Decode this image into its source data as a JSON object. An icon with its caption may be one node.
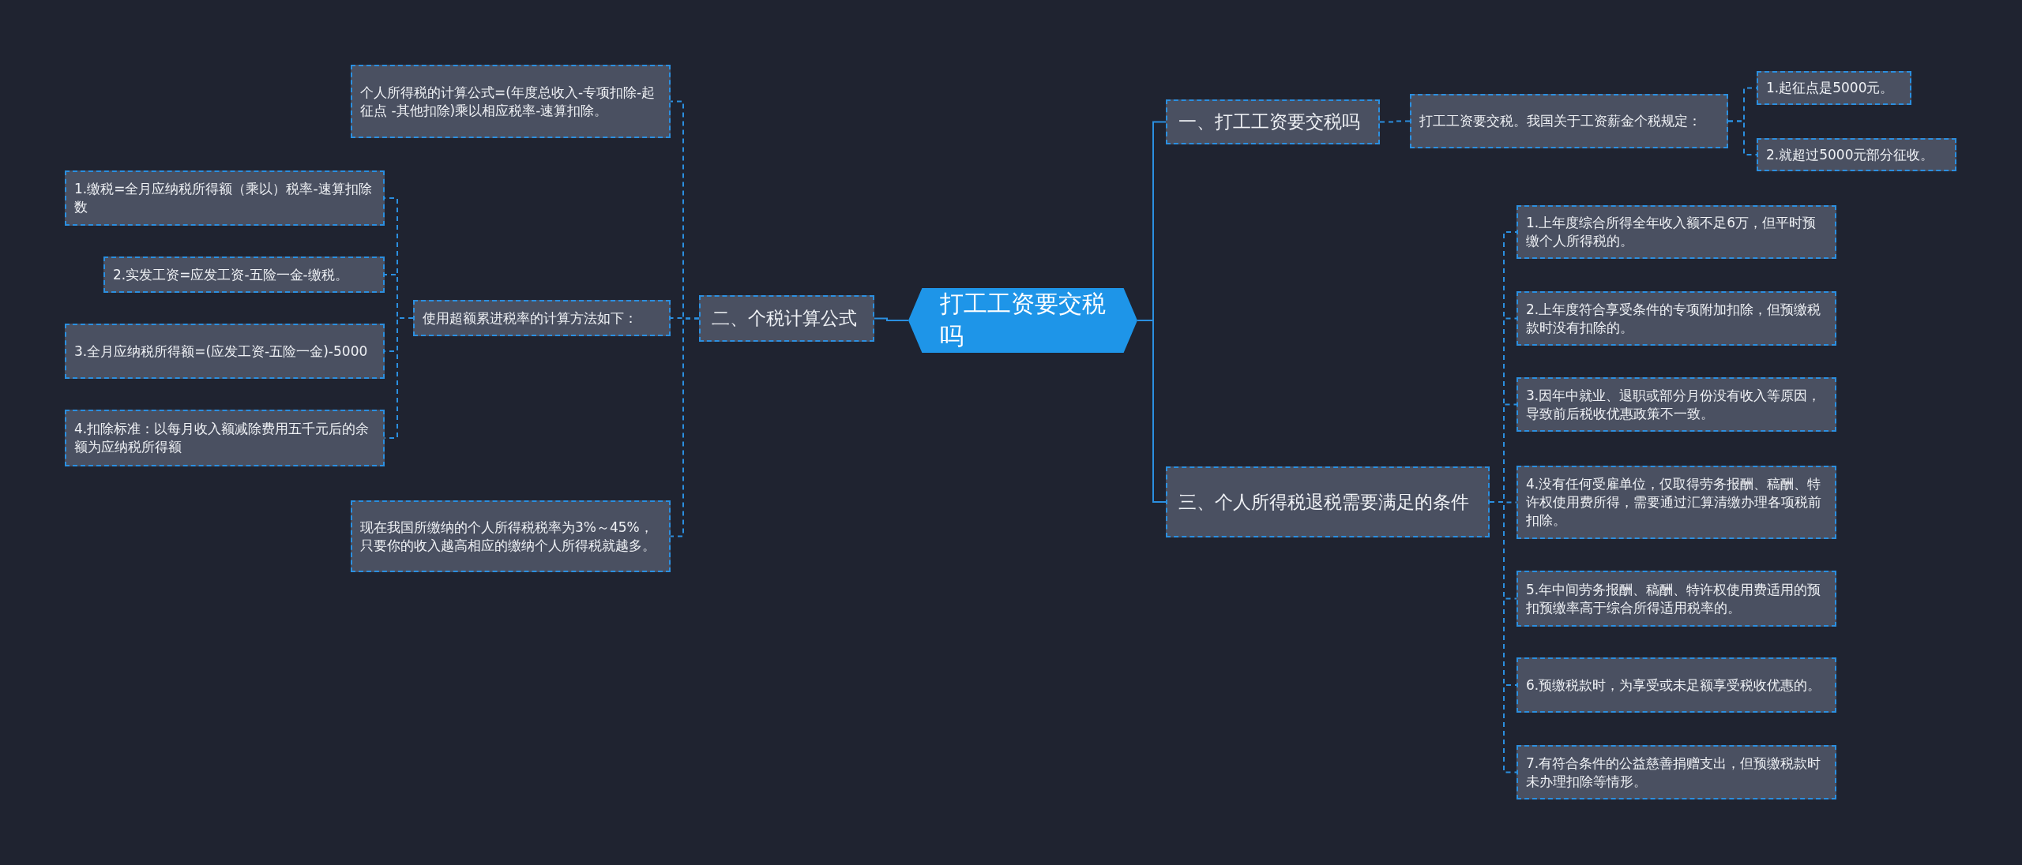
{
  "diagram": {
    "nodes": [
      {
        "text": [
          "打工工资要交税吗"
        ]
      },
      {
        "text": [
          "一、打工工资要交税吗"
        ]
      },
      {
        "text": [
          "打工工资要交税。我国关于工资薪金个税规定："
        ]
      },
      {
        "text": [
          "1.起征点是5000元。"
        ]
      },
      {
        "text": [
          "2.就超过5000元部分征收。"
        ]
      },
      {
        "text": [
          "二、个税计算公式"
        ]
      },
      {
        "text": [
          "个人所得税的计算公式=(年度总收入-专项扣除-起征点 -其他扣除)乘以相应税率-速算扣除。"
        ]
      },
      {
        "text": [
          "使用超额累进税率的计算方法如下："
        ]
      },
      {
        "text": [
          "1.缴税=全月应纳税所得额（乘以）税率-速算扣除数"
        ]
      },
      {
        "text": [
          "2.实发工资=应发工资-五险一金-缴税。"
        ]
      },
      {
        "text": [
          "3.全月应纳税所得额=(应发工资-五险一金)-5000"
        ]
      },
      {
        "text": [
          "4.扣除标准：以每月收入额减除费用五千元后的余额为应纳税所得额"
        ]
      },
      {
        "text": [
          "现在我国所缴纳的个人所得税税率为3%～45%，只要你的收入越高相应的缴纳个人所得税就越多。"
        ]
      },
      {
        "text": [
          "三、个人所得税退税需要满足的条件"
        ]
      },
      {
        "text": [
          "1.上年度综合所得全年收入额不足6万，但平时预缴个人所得税的。"
        ]
      },
      {
        "text": [
          "2.上年度符合享受条件的专项附加扣除，但预缴税款时没有扣除的。"
        ]
      },
      {
        "text": [
          "3.因年中就业、退职或部分月份没有收入等原因，导致前后税收优惠政策不一致。"
        ]
      },
      {
        "text": [
          "4.没有任何受雇单位，仅取得劳务报酬、稿酬、特许权使用费所得，需要通过汇算清缴办理各项税前扣除。"
        ]
      },
      {
        "text": [
          "5.年中间劳务报酬、稿酬、特许权使用费适用的预扣预缴率高于综合所得适用税率的。"
        ]
      },
      {
        "text": [
          "6.预缴税款时，为享受或未足额享受税收优惠的。"
        ]
      },
      {
        "text": [
          "7.有符合条件的公益慈善捐赠支出，但预缴税款时未办理扣除等情形。"
        ]
      }
    ],
    "edges": [
      {
        "from": 0,
        "to": 1,
        "arrow": "none"
      },
      {
        "from": 1,
        "to": 2,
        "arrow": "none",
        "style": "dashed"
      },
      {
        "from": 2,
        "to": 3,
        "arrow": "none",
        "style": "dashed"
      },
      {
        "from": 2,
        "to": 4,
        "arrow": "none",
        "style": "dashed"
      },
      {
        "from": 0,
        "to": 5,
        "arrow": "none"
      },
      {
        "from": 5,
        "to": 6,
        "arrow": "none",
        "style": "dashed"
      },
      {
        "from": 5,
        "to": 7,
        "arrow": "none",
        "style": "dashed"
      },
      {
        "from": 7,
        "to": 8,
        "arrow": "none",
        "style": "dashed"
      },
      {
        "from": 7,
        "to": 9,
        "arrow": "none",
        "style": "dashed"
      },
      {
        "from": 7,
        "to": 10,
        "arrow": "none",
        "style": "dashed"
      },
      {
        "from": 7,
        "to": 11,
        "arrow": "none",
        "style": "dashed"
      },
      {
        "from": 5,
        "to": 12,
        "arrow": "none",
        "style": "dashed"
      },
      {
        "from": 0,
        "to": 13,
        "arrow": "none"
      },
      {
        "from": 13,
        "to": 14,
        "arrow": "none",
        "style": "dashed"
      },
      {
        "from": 13,
        "to": 15,
        "arrow": "none",
        "style": "dashed"
      },
      {
        "from": 13,
        "to": 16,
        "arrow": "none",
        "style": "dashed"
      },
      {
        "from": 13,
        "to": 17,
        "arrow": "none",
        "style": "dashed"
      },
      {
        "from": 13,
        "to": 18,
        "arrow": "none",
        "style": "dashed"
      },
      {
        "from": 13,
        "to": 19,
        "arrow": "none",
        "style": "dashed"
      },
      {
        "from": 13,
        "to": 20,
        "arrow": "none",
        "style": "dashed"
      }
    ]
  }
}
